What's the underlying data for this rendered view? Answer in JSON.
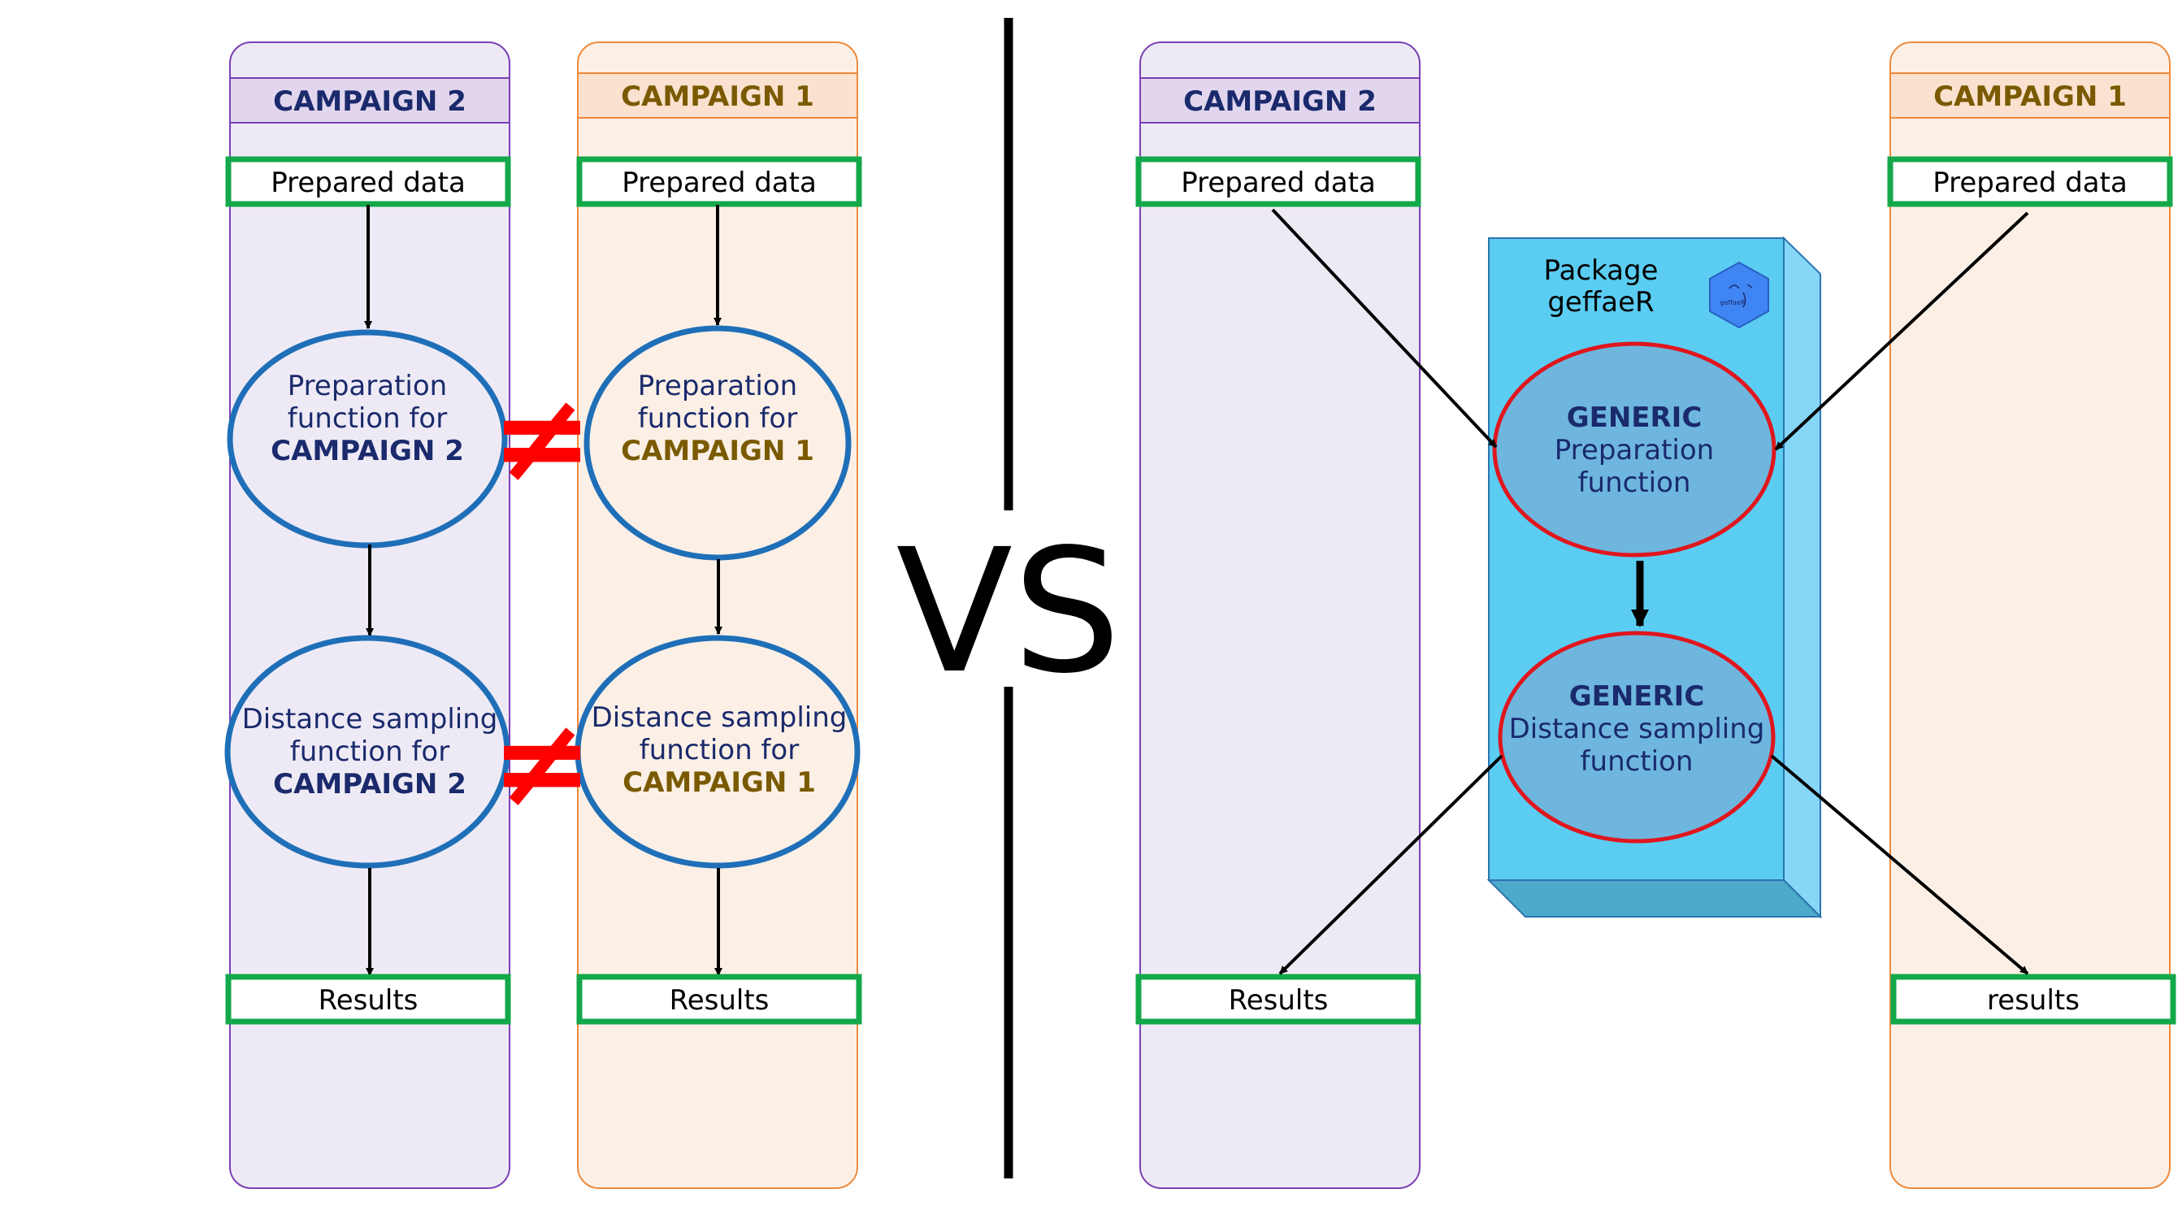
{
  "left": {
    "lanes": [
      {
        "title": "CAMPAIGN 2",
        "prepared": "Prepared data",
        "results": "Results",
        "prep_line1": "Preparation",
        "prep_line2": "function for",
        "prep_line3": "CAMPAIGN 2",
        "ds_line1": "Distance sampling",
        "ds_line2": "function for",
        "ds_line3": "CAMPAIGN 2"
      },
      {
        "title": "CAMPAIGN 1",
        "prepared": "Prepared data",
        "results": "Results",
        "prep_line1": "Preparation",
        "prep_line2": "function for",
        "prep_line3": "CAMPAIGN 1",
        "ds_line1": "Distance sampling",
        "ds_line2": "function for",
        "ds_line3": "CAMPAIGN 1"
      }
    ],
    "not_equal_symbol": "≠"
  },
  "separator": {
    "label": "VS"
  },
  "right": {
    "lane_campaign2": {
      "title": "CAMPAIGN 2",
      "prepared": "Prepared data",
      "results": "Results"
    },
    "lane_campaign1": {
      "title": "CAMPAIGN 1",
      "prepared": "Prepared data",
      "results": "results"
    },
    "package": {
      "label_line1": "Package",
      "label_line2": "geffaeR",
      "logo_text": "geffaeR",
      "prep": {
        "line1": "GENERIC",
        "line2": "Preparation",
        "line3": "function"
      },
      "ds": {
        "line1": "GENERIC",
        "line2": "Distance sampling",
        "line3": "function"
      }
    }
  },
  "colors": {
    "campaign2_fill": "#eeeaf5",
    "campaign2_border": "#7b3fb5",
    "campaign2_header_fill": "#e1d6ee",
    "campaign2_text": "#1a2a6c",
    "campaign1_fill": "#fcf0e6",
    "campaign1_border": "#ee8a3c",
    "campaign1_header_fill": "#fbe1cf",
    "campaign1_text": "#7a5a00",
    "data_box_border": "#13a84a",
    "oval_border": "#1f6fb8",
    "generic_oval_fill": "#6eb6de",
    "generic_oval_border": "#e0161e",
    "package_fill": "#5bcdf3",
    "not_equal": "#ff0000"
  }
}
